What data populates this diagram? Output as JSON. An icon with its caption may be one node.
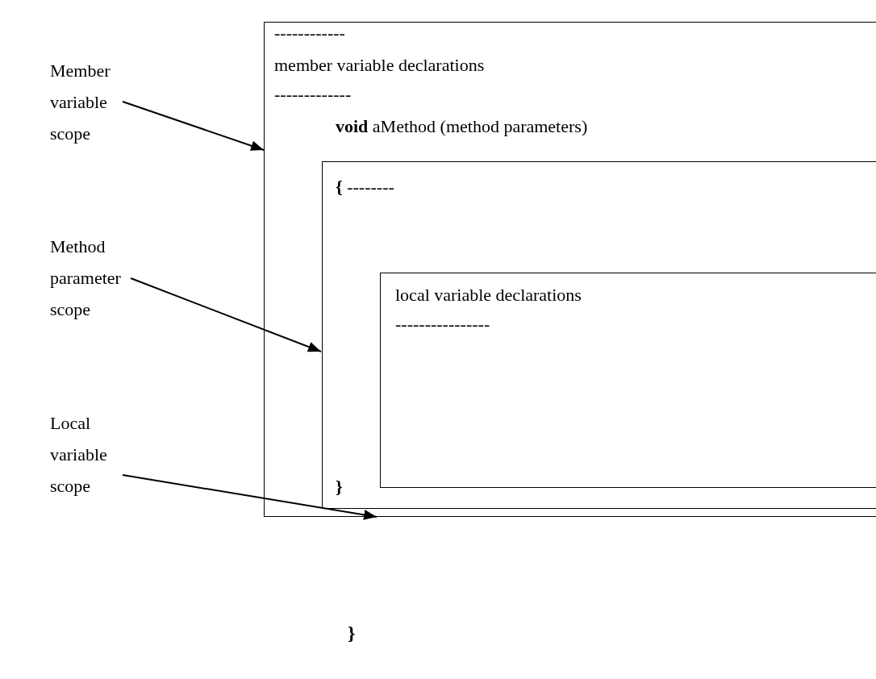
{
  "diagram": {
    "nodes": [
      {
        "text": [
          "Member variable scope"
        ]
      },
      {
        "text": [
          "------------",
          "member variable declarations",
          "-------------",
          "**void** aMethod (method parameters)"
        ]
      },
      {
        "text": [
          "Method parameter scope"
        ]
      },
      {
        "text": [
          "**{**  --------",
          "}"
        ],
        "in": 1
      },
      {
        "text": [
          "Local variable scope"
        ]
      },
      {
        "text": [
          "local variable declarations",
          "----------------"
        ],
        "in": 3
      }
    ],
    "edges": [
      {
        "from": 0,
        "to": 1,
        "arrow": "to"
      },
      {
        "from": 2,
        "to": 3,
        "arrow": "to"
      },
      {
        "from": 4,
        "to": 1,
        "arrow": "to"
      }
    ],
    "labels": [
      "}"
    ]
  }
}
